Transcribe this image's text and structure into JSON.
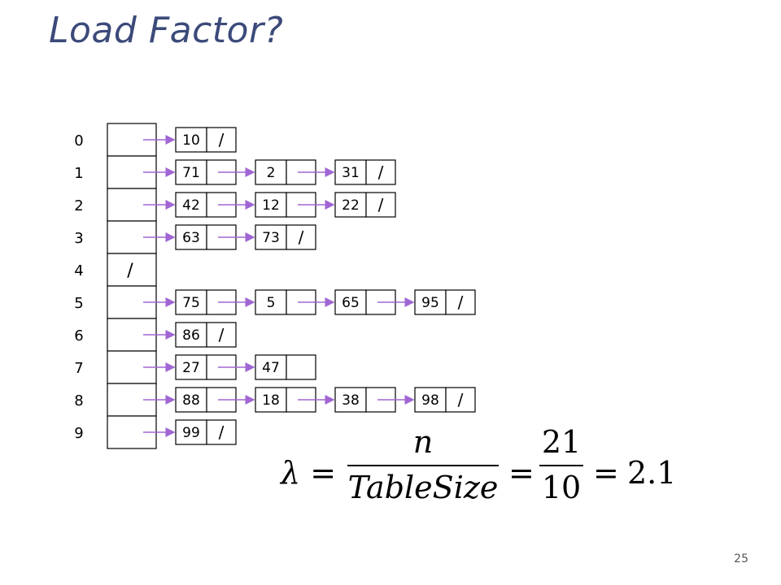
{
  "title": "Load Factor?",
  "slide_number": "25",
  "arrow_color": "#a066d3",
  "table": {
    "indices": [
      "0",
      "1",
      "2",
      "3",
      "4",
      "5",
      "6",
      "7",
      "8",
      "9"
    ],
    "empty_marker": "/",
    "buckets": [
      {
        "index": "0",
        "empty": false,
        "chain": [
          {
            "v": "10",
            "null": true
          }
        ]
      },
      {
        "index": "1",
        "empty": false,
        "chain": [
          {
            "v": "71",
            "null": false
          },
          {
            "v": "2",
            "null": false
          },
          {
            "v": "31",
            "null": true
          }
        ]
      },
      {
        "index": "2",
        "empty": false,
        "chain": [
          {
            "v": "42",
            "null": false
          },
          {
            "v": "12",
            "null": false
          },
          {
            "v": "22",
            "null": true
          }
        ]
      },
      {
        "index": "3",
        "empty": false,
        "chain": [
          {
            "v": "63",
            "null": false
          },
          {
            "v": "73",
            "null": true
          }
        ]
      },
      {
        "index": "4",
        "empty": true,
        "chain": []
      },
      {
        "index": "5",
        "empty": false,
        "chain": [
          {
            "v": "75",
            "null": false
          },
          {
            "v": "5",
            "null": false
          },
          {
            "v": "65",
            "null": false
          },
          {
            "v": "95",
            "null": true
          }
        ]
      },
      {
        "index": "6",
        "empty": false,
        "chain": [
          {
            "v": "86",
            "null": true
          }
        ]
      },
      {
        "index": "7",
        "empty": false,
        "chain": [
          {
            "v": "27",
            "null": false
          },
          {
            "v": "47",
            "null": false
          }
        ]
      },
      {
        "index": "8",
        "empty": false,
        "chain": [
          {
            "v": "88",
            "null": false
          },
          {
            "v": "18",
            "null": false
          },
          {
            "v": "38",
            "null": false
          },
          {
            "v": "98",
            "null": true
          }
        ]
      },
      {
        "index": "9",
        "empty": false,
        "chain": [
          {
            "v": "99",
            "null": true
          }
        ]
      }
    ]
  },
  "formula": {
    "lambda": "λ",
    "eq": "=",
    "numerator": "n",
    "denominator": "TableSize",
    "frac2_num": "21",
    "frac2_den": "10",
    "result": "2.1"
  }
}
